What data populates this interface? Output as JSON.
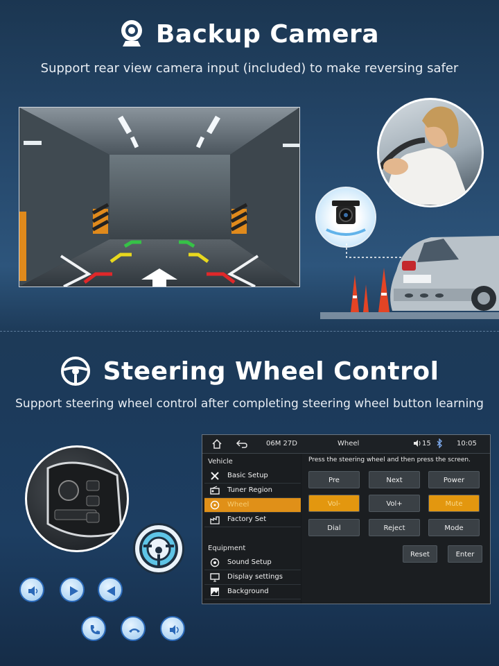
{
  "camera_section": {
    "title": "Backup Camera",
    "subtitle": "Support rear view camera input (included) to make reversing safer",
    "icon": "camera-icon"
  },
  "steering_section": {
    "title": "Steering Wheel Control",
    "subtitle": "Support steering wheel control after completing steering wheel button learning",
    "icon": "steering-wheel-icon"
  },
  "head_unit": {
    "topbar": {
      "date": "06M 27D",
      "title": "Wheel",
      "volume": "15",
      "time": "10:05"
    },
    "sidebar": {
      "vehicle_header": "Vehicle",
      "vehicle_items": [
        {
          "label": "Basic Setup",
          "icon": "tools-icon"
        },
        {
          "label": "Tuner Region",
          "icon": "radio-icon"
        },
        {
          "label": "Wheel",
          "icon": "steering-wheel-icon",
          "active": true
        },
        {
          "label": "Factory Set",
          "icon": "factory-icon"
        }
      ],
      "equipment_header": "Equipment",
      "equipment_items": [
        {
          "label": "Sound Setup",
          "icon": "speaker-icon"
        },
        {
          "label": "Display settings",
          "icon": "display-icon"
        },
        {
          "label": "Background",
          "icon": "image-icon"
        }
      ]
    },
    "instruction": "Press the steering wheel and then press the screen.",
    "buttons": [
      {
        "label": "Pre"
      },
      {
        "label": "Next"
      },
      {
        "label": "Power"
      },
      {
        "label": "Vol-",
        "highlighted": true
      },
      {
        "label": "Vol+"
      },
      {
        "label": "Mute",
        "highlighted": true
      },
      {
        "label": "Dial"
      },
      {
        "label": "Reject"
      },
      {
        "label": "Mode"
      }
    ],
    "actions": {
      "reset": "Reset",
      "enter": "Enter"
    }
  },
  "control_icons": [
    "volume-icon",
    "play-icon",
    "previous-icon",
    "phone-answer-icon",
    "phone-hangup-icon",
    "voice-icon"
  ],
  "colors": {
    "accent": "#e3970f",
    "background": "#1f4163"
  }
}
